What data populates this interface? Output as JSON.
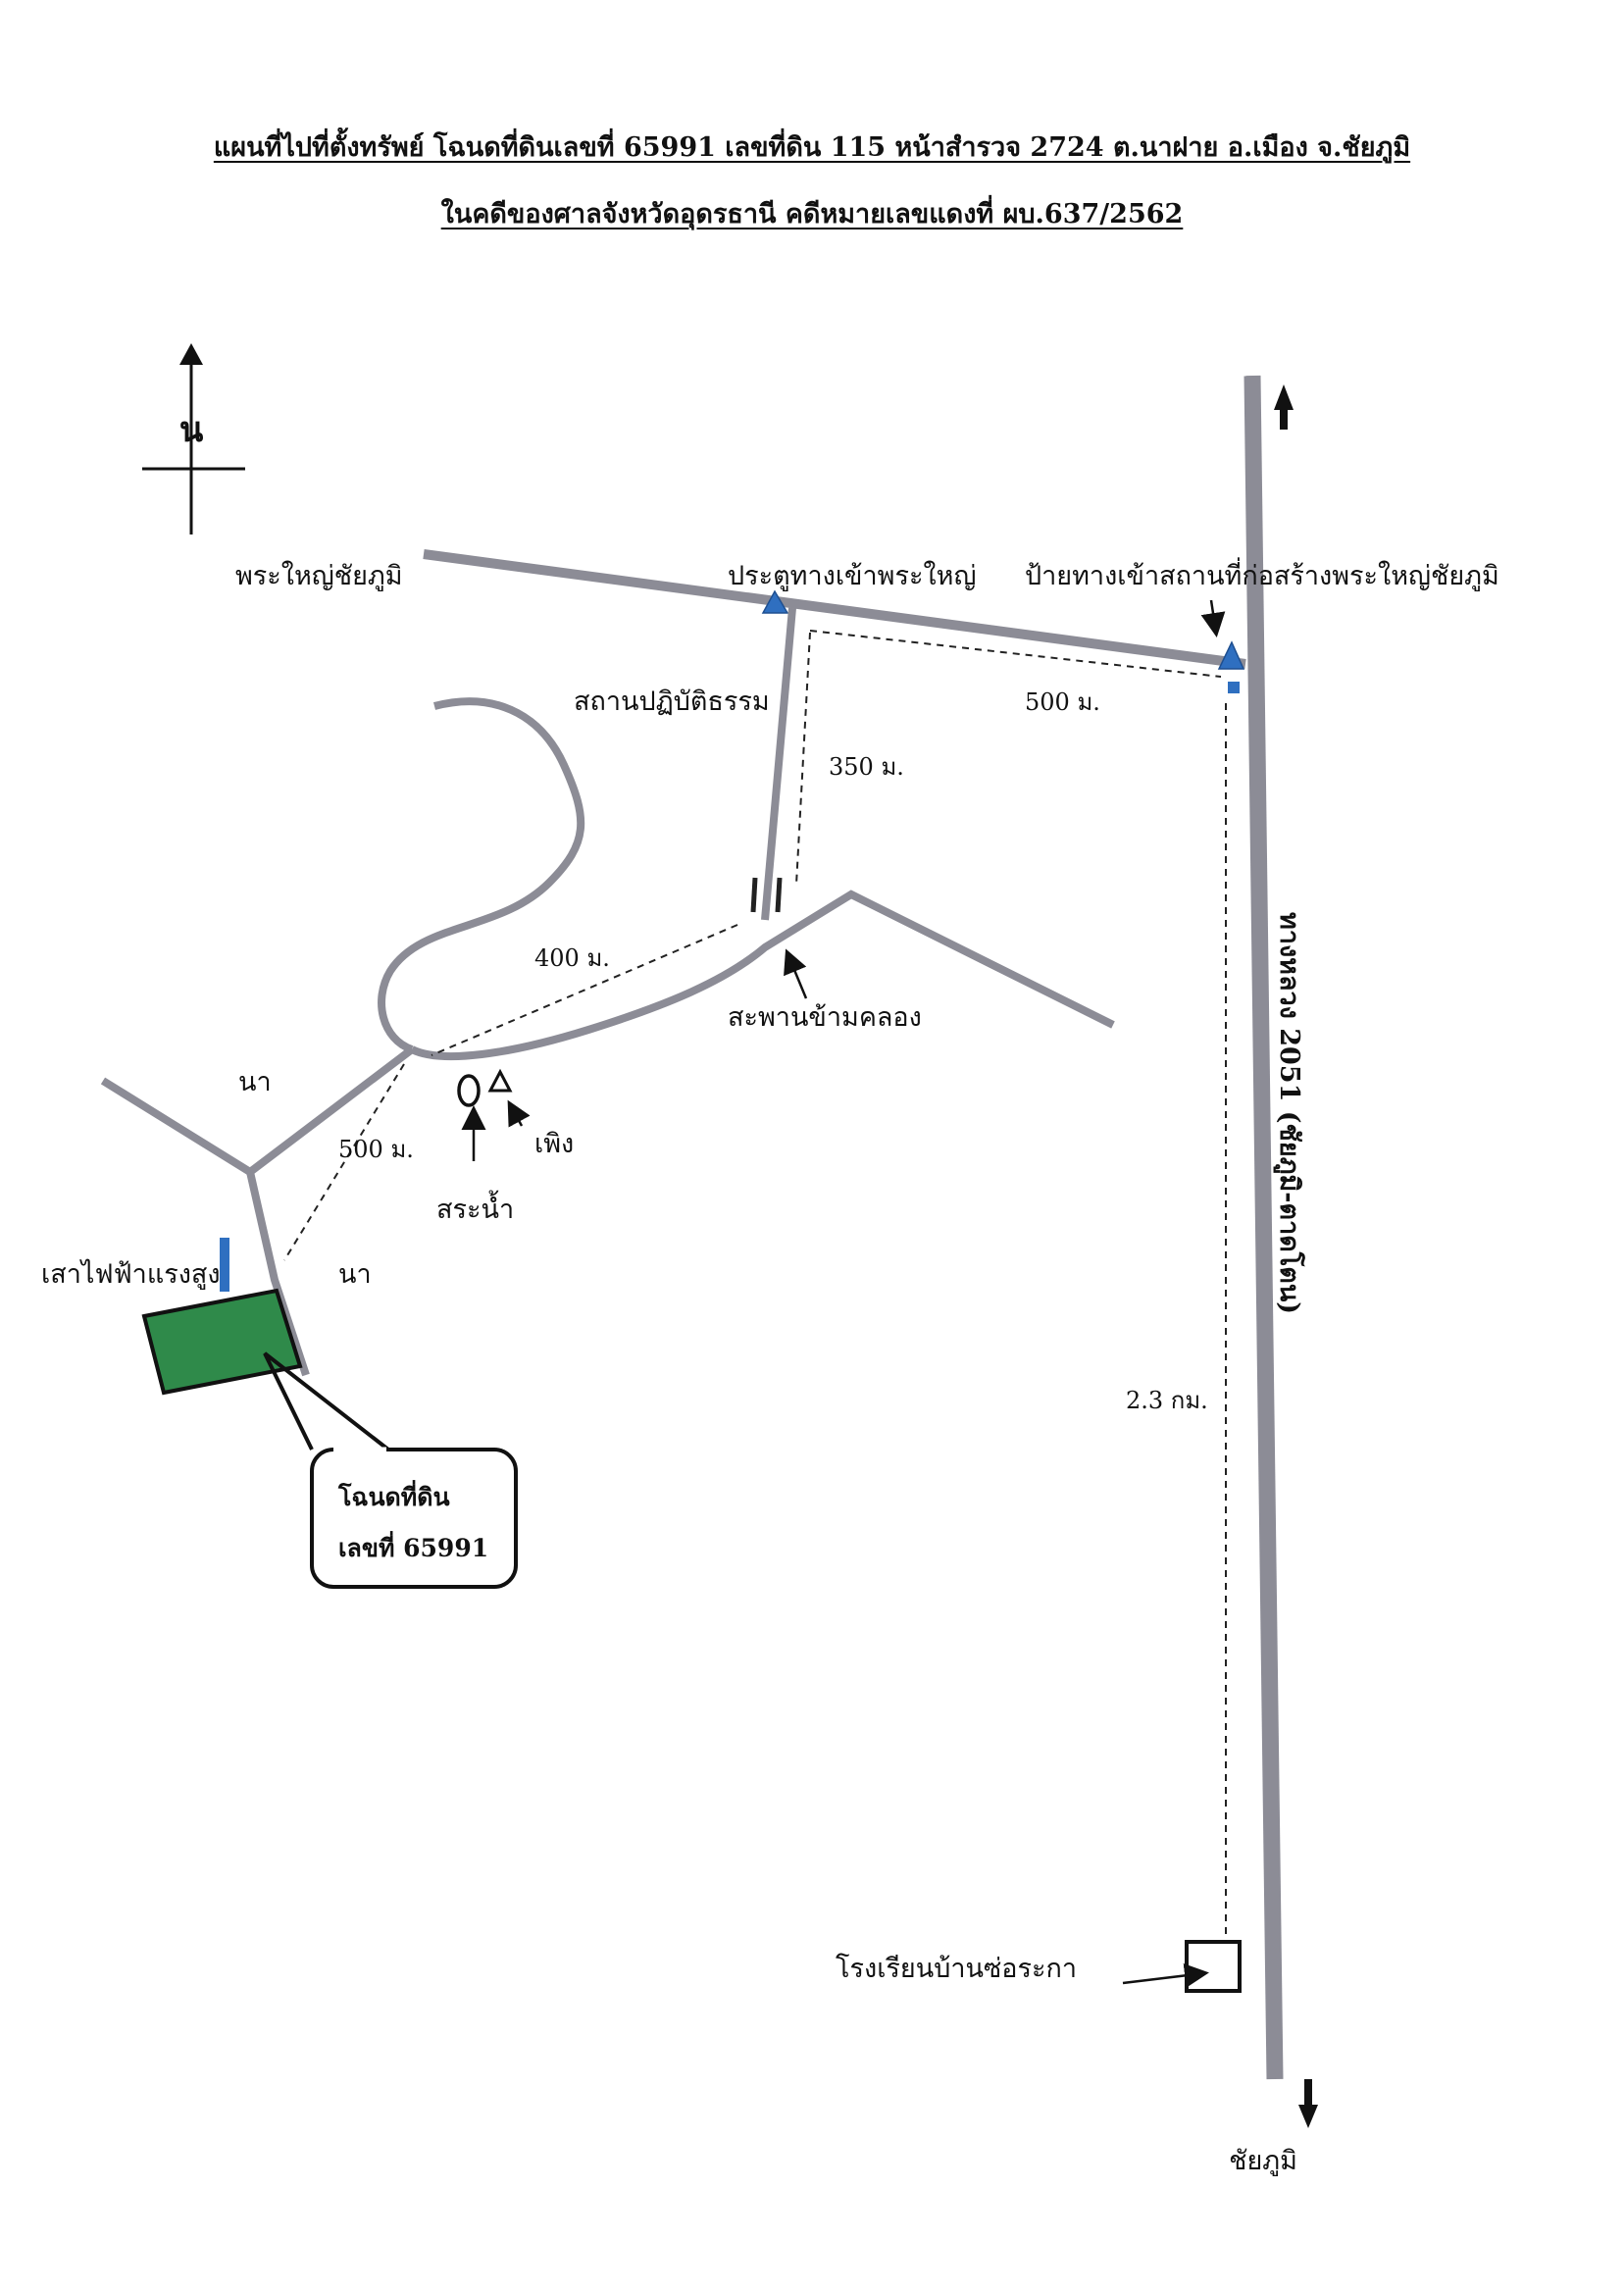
{
  "title": {
    "line1": "แผนที่ไปที่ตั้งทรัพย์ โฉนดที่ดินเลขที่  65991  เลขที่ดิน 115  หน้าสำรวจ 2724  ต.นาฝาย  อ.เมือง  จ.ชัยภูมิ",
    "line2": "ในคดีของศาลจังหวัดอุดรธานี   คดีหมายเลขแดงที่  ผบ.637/2562"
  },
  "compass": {
    "north_label": "น"
  },
  "roads": {
    "highway_label": "ทางหลวง 2051 (ชัยภูมิ-ตาดโตน)",
    "south_destination": "ชัยภูมิ",
    "upper_road_west_label": "พระใหญ่ชัยภูมิ"
  },
  "places": {
    "gate": "ประตูทางเข้าพระใหญ่",
    "sign": "ป้ายทางเข้าสถานที่ก่อสร้างพระใหญ่ชัยภูมิ",
    "meditation_center": "สถานปฏิบัติธรรม",
    "bridge": "สะพานข้ามคลอง",
    "pond": "สระน้ำ",
    "shed": "เพิง",
    "field_1": "นา",
    "field_2": "นา",
    "power_pole": "เสาไฟฟ้าแรงสูง",
    "school": "โรงเรียนบ้านซ่อระกา"
  },
  "distances": {
    "sign_to_gate": "500 ม.",
    "gate_to_bridge": "350 ม.",
    "bridge_to_bend": "400 ม.",
    "bend_to_parcel": "500 ม.",
    "school_to_sign": "2.3 กม."
  },
  "parcel": {
    "label_line1": "โฉนดที่ดิน",
    "label_line2": "เลขที่ 65991"
  },
  "colors": {
    "road": "#8c8c96",
    "parcel_fill": "#2f8a4a",
    "marker_blue": "#2f6fc0",
    "ink": "#111111"
  }
}
